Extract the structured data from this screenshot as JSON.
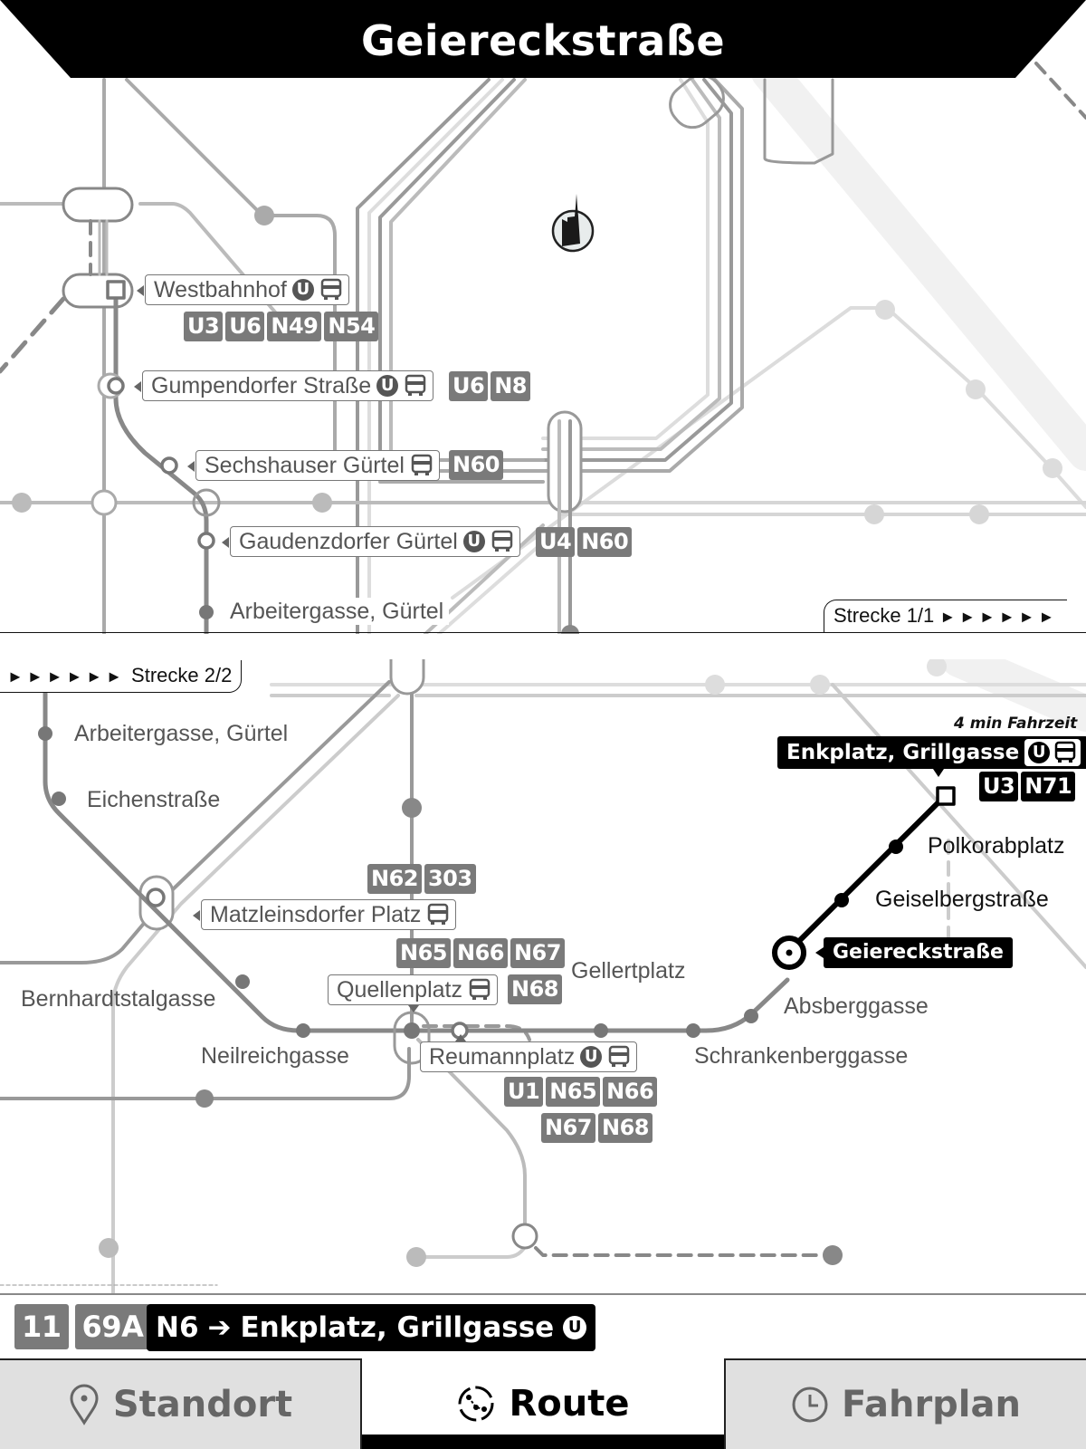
{
  "header": {
    "title": "Geiereckstraße"
  },
  "top_panel": {
    "strecke_label": "Strecke 1/1",
    "strecke_arrows": "►►►►►►",
    "stations": [
      {
        "name": "Westbahnhof",
        "icons": [
          "u-bahn-icon",
          "bus-icon"
        ],
        "lines": [
          "U3",
          "U6",
          "N49",
          "N54"
        ]
      },
      {
        "name": "Gumpendorfer Straße",
        "icons": [
          "u-bahn-icon",
          "bus-icon"
        ],
        "lines": [
          "U6",
          "N8"
        ]
      },
      {
        "name": "Sechshauser Gürtel",
        "icons": [
          "bus-icon"
        ],
        "lines": [
          "N60"
        ]
      },
      {
        "name": "Gaudenzdorfer Gürtel",
        "icons": [
          "u-bahn-icon",
          "bus-icon"
        ],
        "lines": [
          "U4",
          "N60"
        ]
      },
      {
        "name": "Arbeitergasse, Gürtel",
        "icons": [],
        "lines": []
      }
    ],
    "landmark": "cathedral-icon"
  },
  "bottom_panel": {
    "strecke_label": "Strecke 2/2",
    "strecke_arrows": "►►►►►►",
    "travel_time": "4 min Fahrzeit",
    "destination": {
      "name": "Enkplatz, Grillgasse",
      "icons": [
        "u-bahn-icon",
        "bus-icon"
      ],
      "lines": [
        "U3",
        "N71"
      ]
    },
    "current_station": "Geiereckstraße",
    "stops": {
      "arbeitergasse": "Arbeitergasse, Gürtel",
      "eichenstrasse": "Eichenstraße",
      "bernhardtstalgasse": "Bernhardtstalgasse",
      "neilreichgasse": "Neilreichgasse",
      "gellertplatz": "Gellertplatz",
      "absberggasse": "Absberggasse",
      "schrankenberggasse": "Schrankenberggasse",
      "polkorabplatz": "Polkorabplatz",
      "geiselbergstrasse": "Geiselbergstraße"
    },
    "transfer_stations": [
      {
        "name": "Matzleinsdorfer Platz",
        "icons": [
          "bus-icon"
        ],
        "lines_above": [
          "N62",
          "303"
        ]
      },
      {
        "name": "Quellenplatz",
        "icons": [
          "bus-icon"
        ],
        "lines_above": [
          "N65",
          "N66",
          "N67"
        ],
        "lines": [
          "N68"
        ]
      },
      {
        "name": "Reumannplatz",
        "icons": [
          "u-bahn-icon",
          "bus-icon"
        ],
        "lines": [
          "U1",
          "N65",
          "N66"
        ],
        "lines_row2": [
          "N67",
          "N68"
        ]
      }
    ]
  },
  "route_bar": {
    "other_lines": [
      "11",
      "69A"
    ],
    "line": "N6",
    "arrow": "➔",
    "direction": "Enkplatz, Grillgasse",
    "u_symbol": "U"
  },
  "tabs": [
    {
      "label": "Standort",
      "icon": "location-pin-icon",
      "active": false
    },
    {
      "label": "Route",
      "icon": "route-icon",
      "active": true
    },
    {
      "label": "Fahrplan",
      "icon": "clock-icon",
      "active": false
    }
  ],
  "u_symbol": "U"
}
